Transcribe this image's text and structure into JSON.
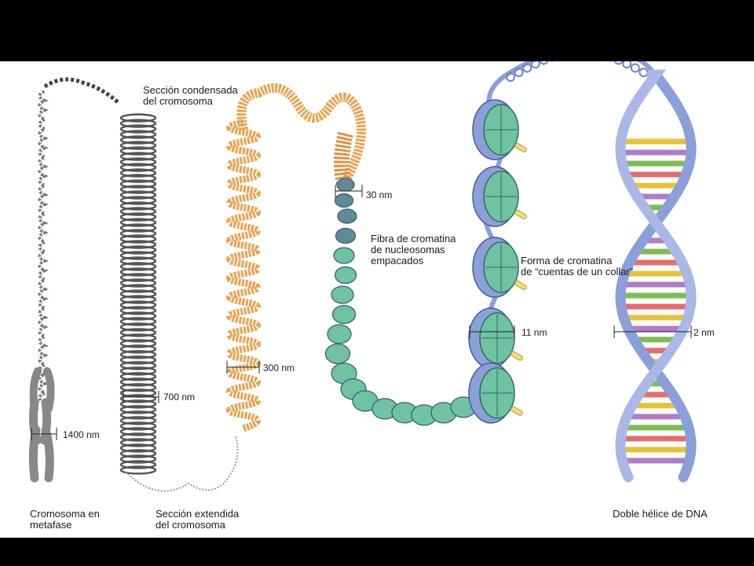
{
  "diagram": {
    "labels": {
      "condensed": "Sección condensada\ndel cromosoma",
      "nm30": "30 nm",
      "fiber": "Fibra de cromatina\nde nucleosomas\nempacados",
      "beads": "Forma de cromatina\nde “cuentas de un collar”",
      "nm11": "11 nm",
      "nm2": "2 nm",
      "nm300": "300 nm",
      "nm700": "700 nm",
      "nm1400": "1400 nm",
      "metaphase": "Cromosoma en\nmetafase",
      "extended": "Sección extendida\ndel cromosoma",
      "dna": "Doble hélice de DNA"
    },
    "colors": {
      "background": "#ffffff",
      "frame": "#000000",
      "chromosome": "#7a7a7a",
      "orange_fiber": "#e6a556",
      "nucleosome_green": "#6fc2a2",
      "dna_blue": "#8b9fd8",
      "histone_tail": "#f2dc7a",
      "base_pairs": [
        "#e3c23e",
        "#b07cc6",
        "#7fba57",
        "#e36d6d"
      ]
    }
  }
}
